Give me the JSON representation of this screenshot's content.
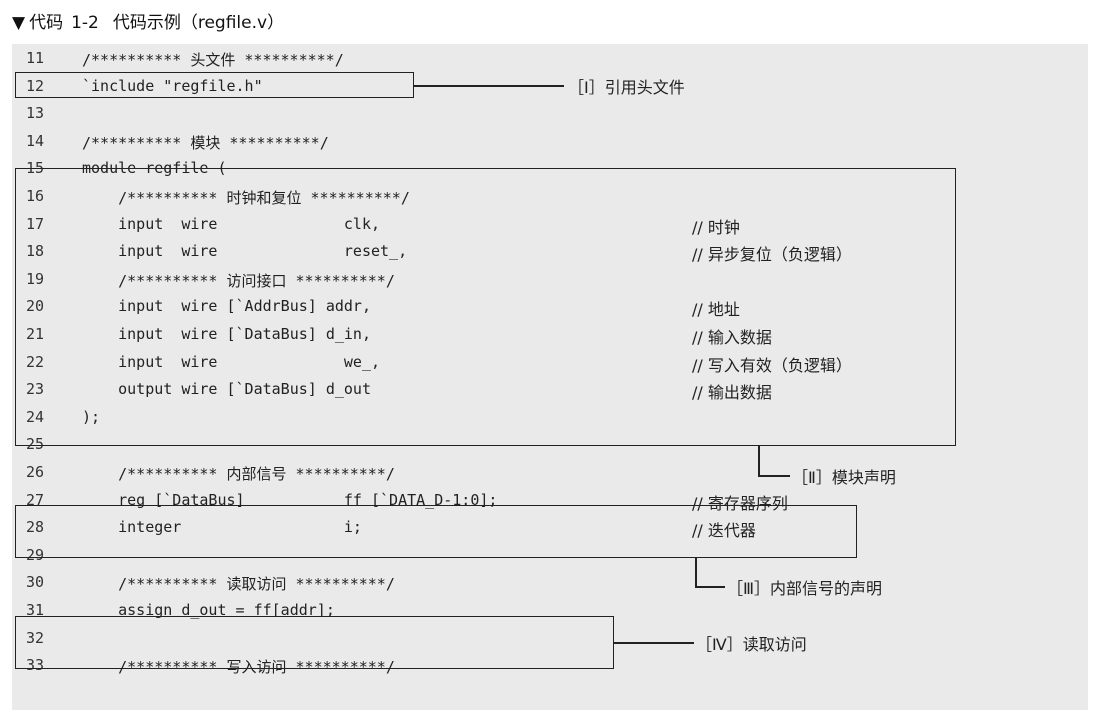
{
  "caption": {
    "marker": "▼",
    "title": "代码",
    "number": "1-2",
    "text": "代码示例（regfile.v）"
  },
  "lines": [
    {
      "no": "11",
      "code": "/********** 头文件 **********/",
      "comment": ""
    },
    {
      "no": "12",
      "code": "`include \"regfile.h\"",
      "comment": ""
    },
    {
      "no": "13",
      "code": "",
      "comment": ""
    },
    {
      "no": "14",
      "code": "/********** 模块 **********/",
      "comment": ""
    },
    {
      "no": "15",
      "code": "module regfile (",
      "comment": ""
    },
    {
      "no": "16",
      "code": "    /********** 时钟和复位 **********/",
      "comment": ""
    },
    {
      "no": "17",
      "code": "    input  wire              clk,",
      "comment": "// 时钟"
    },
    {
      "no": "18",
      "code": "    input  wire              reset_,",
      "comment": "// 异步复位（负逻辑）"
    },
    {
      "no": "19",
      "code": "    /********** 访问接口 **********/",
      "comment": ""
    },
    {
      "no": "20",
      "code": "    input  wire [`AddrBus] addr,",
      "comment": "// 地址"
    },
    {
      "no": "21",
      "code": "    input  wire [`DataBus] d_in,",
      "comment": "// 输入数据"
    },
    {
      "no": "22",
      "code": "    input  wire              we_,",
      "comment": "// 写入有效（负逻辑）"
    },
    {
      "no": "23",
      "code": "    output wire [`DataBus] d_out",
      "comment": "// 输出数据"
    },
    {
      "no": "24",
      "code": ");",
      "comment": ""
    },
    {
      "no": "25",
      "code": "",
      "comment": ""
    },
    {
      "no": "26",
      "code": "    /********** 内部信号 **********/",
      "comment": ""
    },
    {
      "no": "27",
      "code": "    reg [`DataBus]           ff [`DATA_D-1:0];",
      "comment": "// 寄存器序列"
    },
    {
      "no": "28",
      "code": "    integer                  i;",
      "comment": "// 迭代器"
    },
    {
      "no": "29",
      "code": "",
      "comment": ""
    },
    {
      "no": "30",
      "code": "    /********** 读取访问 **********/",
      "comment": ""
    },
    {
      "no": "31",
      "code": "    assign d_out = ff[addr];",
      "comment": ""
    },
    {
      "no": "32",
      "code": "",
      "comment": ""
    },
    {
      "no": "33",
      "code": "    /********** 写入访问 **********/",
      "comment": ""
    }
  ],
  "annotations": {
    "include": "［Ⅰ］引用头文件",
    "module": "［Ⅱ］模块声明",
    "internal": "［Ⅲ］内部信号的声明",
    "read": "［Ⅳ］读取访问"
  }
}
